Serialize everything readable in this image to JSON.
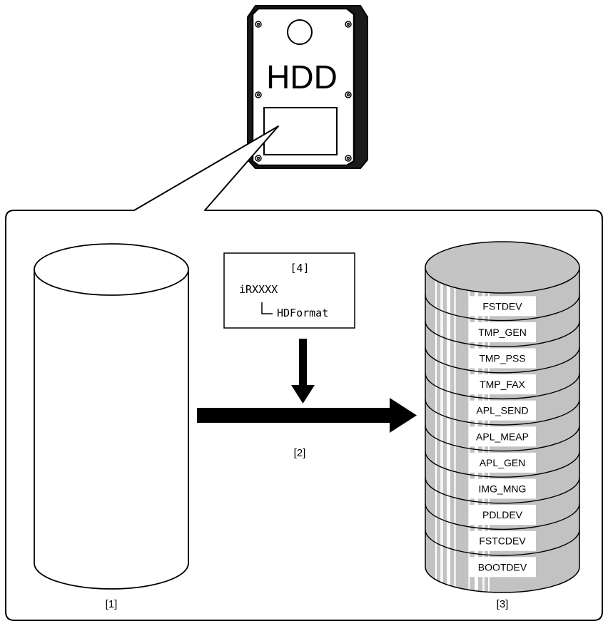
{
  "hdd_label": "HDD",
  "labels": {
    "source_disk": "[1]",
    "format_arrow": "[2]",
    "formatted_disk": "[3]",
    "menu_box": "[4]"
  },
  "menu": {
    "root": "iRXXXX",
    "child": "HDFormat"
  },
  "partitions": [
    "FSTDEV",
    "TMP_GEN",
    "TMP_PSS",
    "TMP_FAX",
    "APL_SEND",
    "APL_MEAP",
    "APL_GEN",
    "IMG_MNG",
    "PDLDEV",
    "FSTCDEV",
    "BOOTDEV"
  ]
}
